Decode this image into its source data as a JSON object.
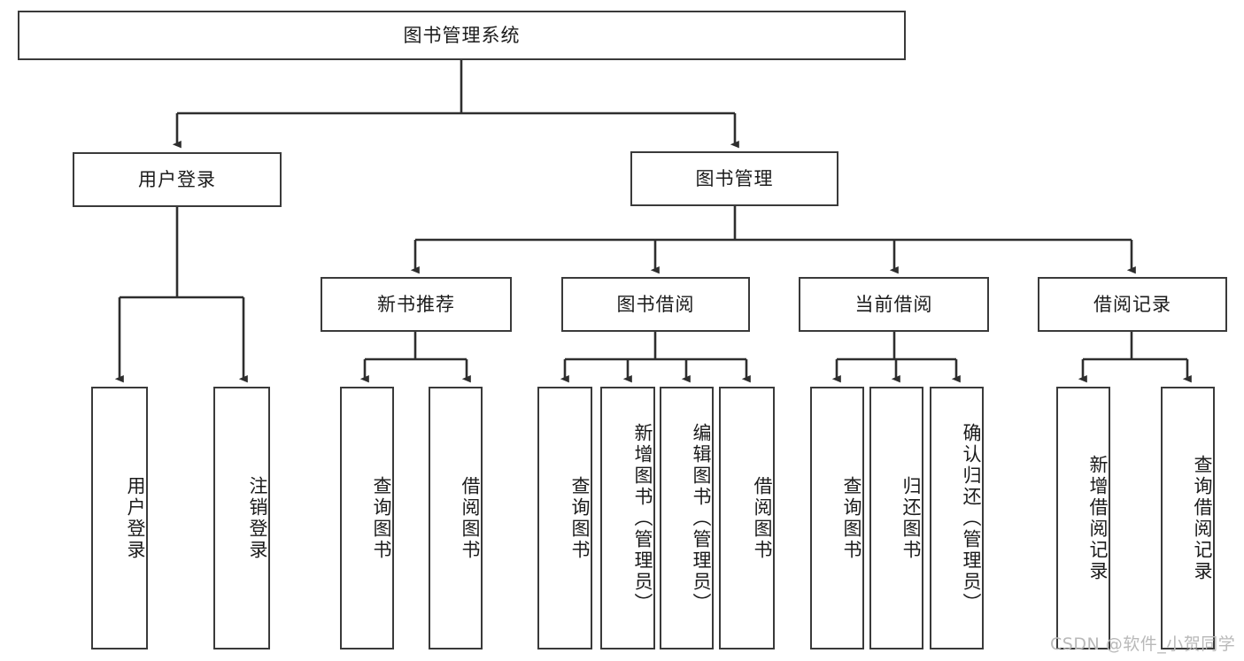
{
  "diagram": {
    "type": "tree",
    "title": "图书管理系统",
    "watermark": "CSDN @软件_小贺同学",
    "colors": {
      "box_border": "#3a3a3a",
      "box_fill": "#ffffff",
      "edge": "#2e2e2e",
      "text": "#1b1b1b",
      "watermark": "#b9b9b9",
      "background": "#ffffff"
    },
    "nodes": {
      "root": {
        "label": "图书管理系统"
      },
      "level2": [
        {
          "id": "user-login",
          "label": "用户登录"
        },
        {
          "id": "book-manage",
          "label": "图书管理"
        }
      ],
      "level3": [
        {
          "id": "new-book-rec",
          "label": "新书推荐"
        },
        {
          "id": "book-borrow",
          "label": "图书借阅"
        },
        {
          "id": "current-borrow",
          "label": "当前借阅"
        },
        {
          "id": "borrow-record",
          "label": "借阅记录"
        }
      ],
      "leaves": {
        "user-login": [
          {
            "id": "leaf-user-login",
            "label": "用户登录"
          },
          {
            "id": "leaf-logout-login",
            "label": "注销登录"
          }
        ],
        "new-book-rec": [
          {
            "id": "leaf-query-book-1",
            "label": "查询图书"
          },
          {
            "id": "leaf-borrow-book-1",
            "label": "借阅图书"
          }
        ],
        "book-borrow": [
          {
            "id": "leaf-query-book-2",
            "label": "查询图书"
          },
          {
            "id": "leaf-add-book",
            "label": "新增图书（管理员）"
          },
          {
            "id": "leaf-edit-book",
            "label": "编辑图书（管理员）"
          },
          {
            "id": "leaf-borrow-book-2",
            "label": "借阅图书"
          }
        ],
        "current-borrow": [
          {
            "id": "leaf-query-book-3",
            "label": "查询图书"
          },
          {
            "id": "leaf-return-book",
            "label": "归还图书"
          },
          {
            "id": "leaf-confirm-return",
            "label": "确认归还（管理员）"
          }
        ],
        "borrow-record": [
          {
            "id": "leaf-add-record",
            "label": "新增借阅记录"
          },
          {
            "id": "leaf-query-record",
            "label": "查询借阅记录"
          }
        ]
      }
    }
  }
}
